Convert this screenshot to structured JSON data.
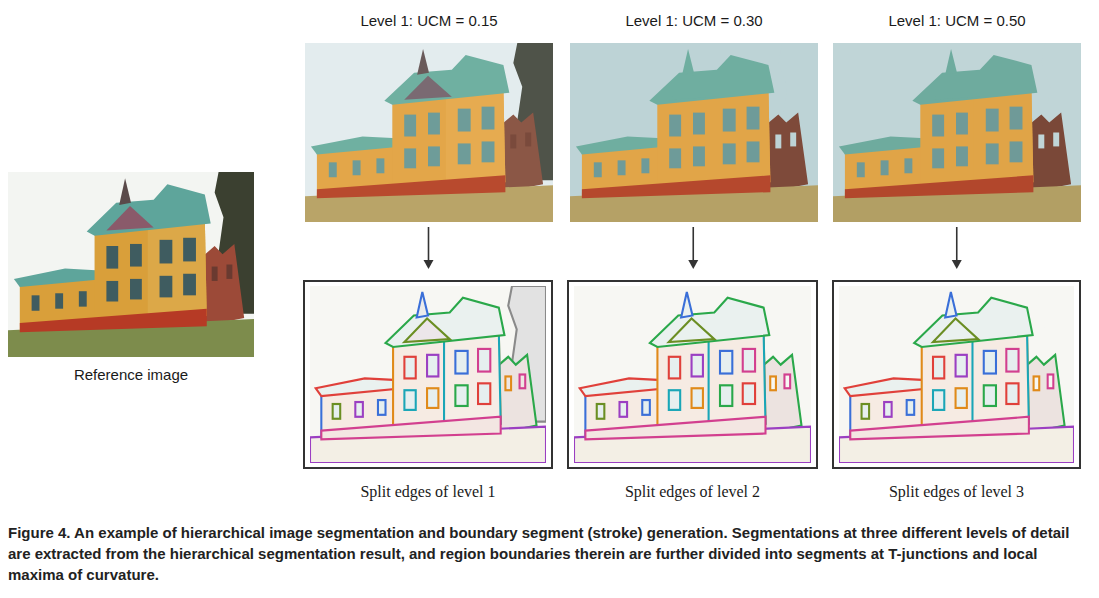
{
  "diagram": {
    "caption": "Figure 4. An example of hierarchical image segmentation and boundary segment (stroke) generation. Segmentations at three different levels of detail are extracted from the hierarchical segmentation result, and region boundaries therein are further divided into segments at T-junctions and local maxima of curvature.",
    "nodes": [
      {
        "text": [
          "Reference image"
        ]
      },
      {
        "text": [
          "Level 1: UCM = 0.15"
        ]
      },
      {
        "text": [
          "Level 1: UCM = 0.30"
        ]
      },
      {
        "text": [
          "Level 1: UCM = 0.50"
        ]
      },
      {
        "text": [
          "Split edges of level 1"
        ]
      },
      {
        "text": [
          "Split edges of level 2"
        ]
      },
      {
        "text": [
          "Split edges of level 3"
        ]
      }
    ],
    "edges": [
      {
        "from": 1,
        "to": 4,
        "arrow": "to"
      },
      {
        "from": 2,
        "to": 5,
        "arrow": "to"
      },
      {
        "from": 3,
        "to": 6,
        "arrow": "to"
      }
    ]
  }
}
